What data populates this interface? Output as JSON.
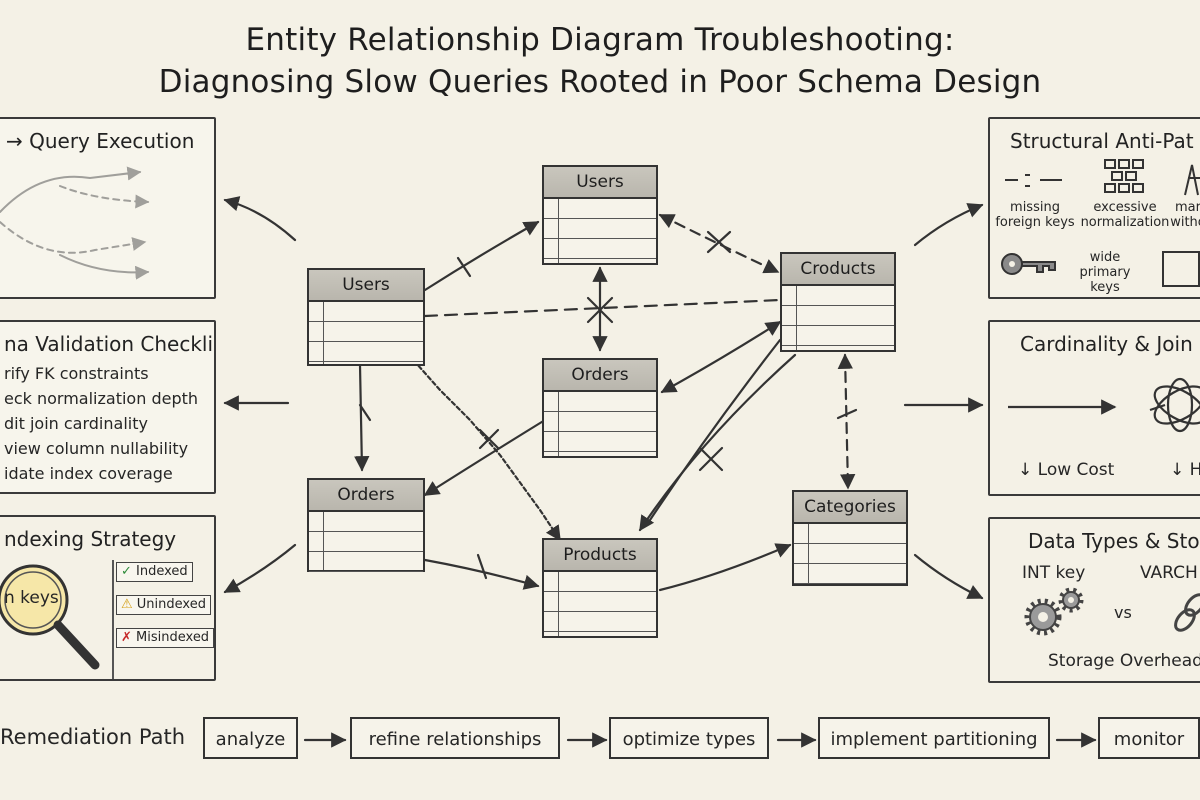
{
  "title": {
    "line1": "Entity Relationship Diagram Troubleshooting:",
    "line2": "Diagnosing Slow Queries Rooted in Poor Schema Design"
  },
  "panels": {
    "query_execution": {
      "title": "→ Query Execution"
    },
    "checklist": {
      "title": "na Validation Checklist",
      "items": [
        "rify FK constraints",
        "eck normalization depth",
        "dit join cardinality",
        "view column nullability",
        "idate index coverage"
      ]
    },
    "indexing": {
      "title": "ndexing Strategy",
      "lens_text": "n keys",
      "tags": [
        {
          "label": "Indexed",
          "mark": "✓",
          "color": "#2e8b3a"
        },
        {
          "label": "Unindexed",
          "mark": "⚠",
          "color": "#d4a017"
        },
        {
          "label": "Misindexed",
          "mark": "✗",
          "color": "#c62828"
        }
      ]
    },
    "anti_patterns": {
      "title": "Structural Anti-Pat",
      "items": [
        "missing foreign keys",
        "excessive normalization",
        "mar witho",
        "wide primary keys"
      ]
    },
    "cardinality": {
      "title": "Cardinality & Join C",
      "low": "↓ Low Cost",
      "high": "↓ Hig"
    },
    "data_types": {
      "title": "Data Types & Stor",
      "int_key": "INT key",
      "varchar": "VARCH",
      "vs": "vs",
      "overhead": "Storage Overhead"
    }
  },
  "entities": {
    "users_left": "Users",
    "users_top": "Users",
    "orders_center": "Orders",
    "orders_left": "Orders",
    "products_right": "Croducts",
    "products_bottom": "Products",
    "categories": "Categories"
  },
  "remediation": {
    "label": "Remediation Path",
    "steps": [
      "analyze",
      "refine relationships",
      "optimize types",
      "implement partitioning",
      "monitor"
    ]
  }
}
